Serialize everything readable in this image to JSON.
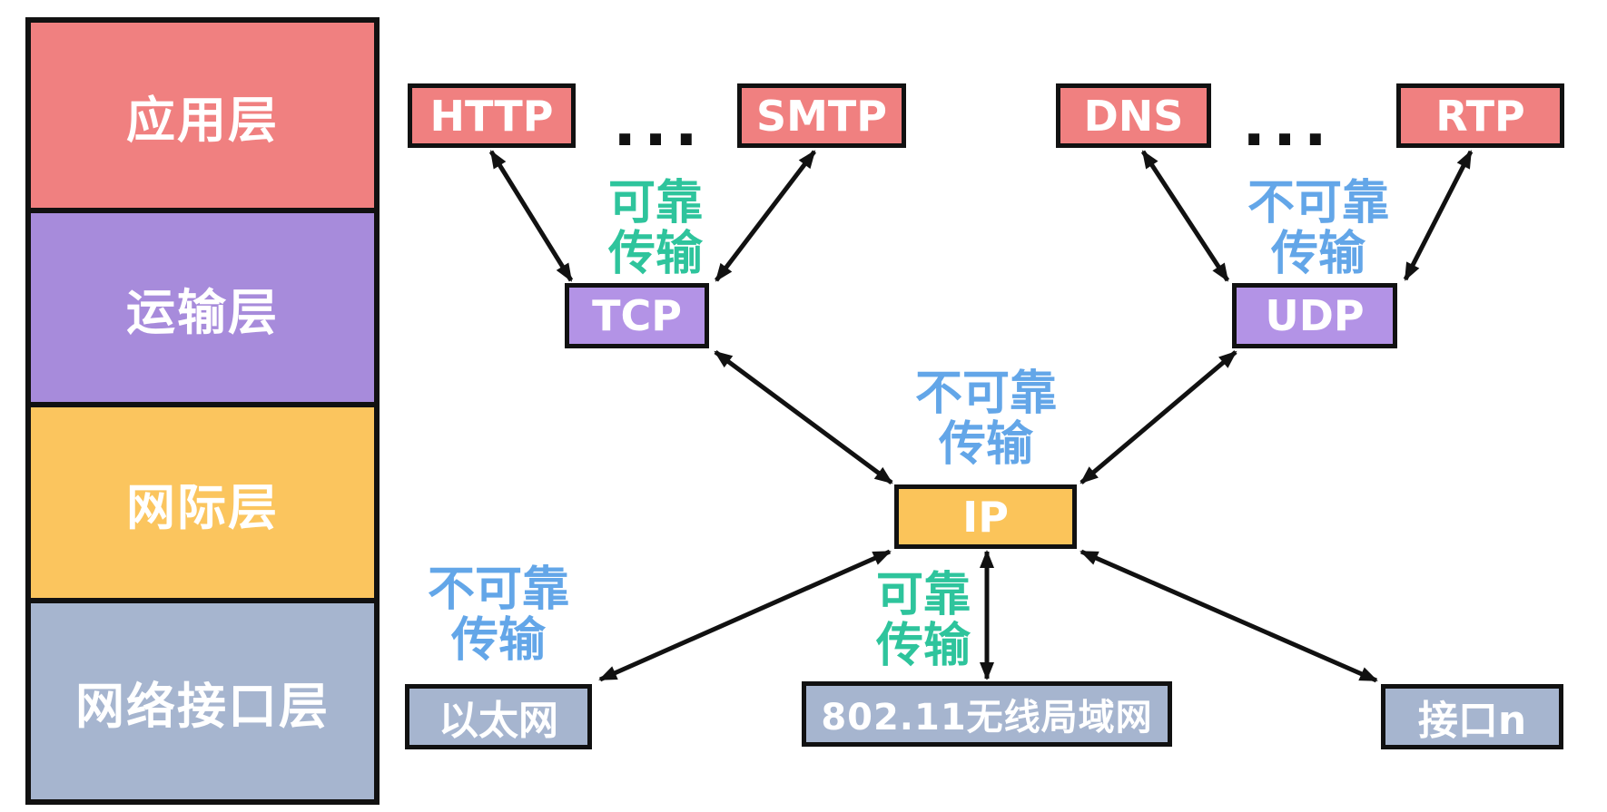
{
  "title": "TCP/IP protocol stack diagram",
  "colors": {
    "red_box": "#F08080",
    "purple_layer": "#A78BDB",
    "purple_box": "#B393E6",
    "yellow_box": "#FBC45A",
    "gray_blue_box": "#A6B5CF",
    "green_text": "#2EC49C",
    "blue_text": "#63A6E8",
    "border": "#111111",
    "background": "#FFFFFF"
  },
  "stack": {
    "layers": [
      {
        "label": "应用层",
        "color": "#F08080"
      },
      {
        "label": "运输层",
        "color": "#A78BDB"
      },
      {
        "label": "网际层",
        "color": "#FBC55E"
      },
      {
        "label": "网络接口层",
        "color": "#A6B5CF"
      }
    ]
  },
  "nodes": [
    {
      "id": "http",
      "label": "HTTP",
      "color": "#F08080"
    },
    {
      "id": "smtp",
      "label": "SMTP",
      "color": "#F08080"
    },
    {
      "id": "dns",
      "label": "DNS",
      "color": "#F08080"
    },
    {
      "id": "rtp",
      "label": "RTP",
      "color": "#F08080"
    },
    {
      "id": "tcp",
      "label": "TCP",
      "color": "#B393E6"
    },
    {
      "id": "udp",
      "label": "UDP",
      "color": "#B393E6"
    },
    {
      "id": "ip",
      "label": "IP",
      "color": "#FBC45A"
    },
    {
      "id": "ethernet",
      "label": "以太网",
      "color": "#A6B5CF"
    },
    {
      "id": "wlan",
      "label": "802.11无线局域网",
      "color": "#A6B5CF"
    },
    {
      "id": "interfacen",
      "label": "接口n",
      "color": "#A6B5CF"
    }
  ],
  "ellipsis": [
    {
      "text": "..."
    },
    {
      "text": "..."
    }
  ],
  "annotations": [
    {
      "lines": [
        "可靠",
        "传输"
      ],
      "color": "#2EC49C"
    },
    {
      "lines": [
        "不可靠",
        "传输"
      ],
      "color": "#63A6E8"
    },
    {
      "lines": [
        "不可靠",
        "传输"
      ],
      "color": "#63A6E8"
    },
    {
      "lines": [
        "可靠",
        "传输"
      ],
      "color": "#2EC49C"
    },
    {
      "lines": [
        "不可靠",
        "传输"
      ],
      "color": "#63A6E8"
    }
  ],
  "connections": [
    {
      "from": "HTTP",
      "to": "TCP"
    },
    {
      "from": "SMTP",
      "to": "TCP"
    },
    {
      "from": "DNS",
      "to": "UDP"
    },
    {
      "from": "RTP",
      "to": "UDP"
    },
    {
      "from": "TCP",
      "to": "IP"
    },
    {
      "from": "UDP",
      "to": "IP"
    },
    {
      "from": "IP",
      "to": "以太网"
    },
    {
      "from": "IP",
      "to": "802.11无线局域网"
    },
    {
      "from": "IP",
      "to": "接口n"
    }
  ]
}
